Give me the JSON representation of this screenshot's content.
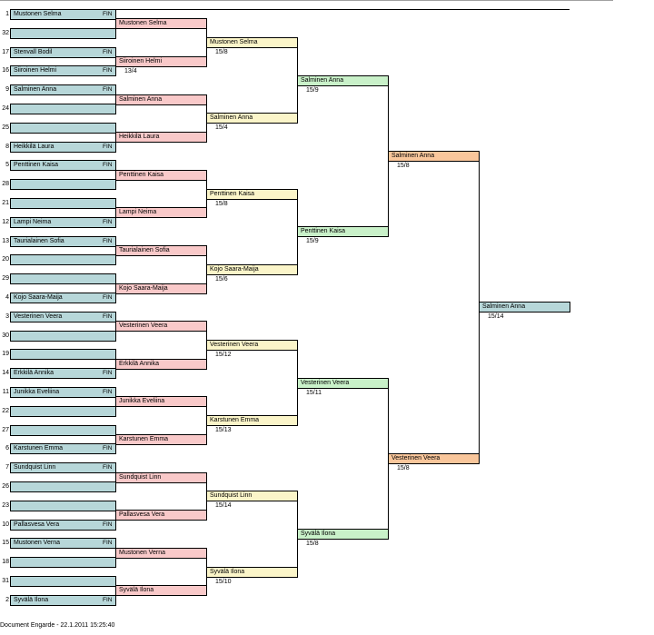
{
  "footer": "Document Engarde - 22.1.2011 15:25:40",
  "colors": {
    "round1": "#b7d7d9",
    "round2": "#f9c9c9",
    "round3": "#fbf5c9",
    "round4": "#c9f1c9",
    "round5": "#f9c69b",
    "final": "#b7d7d9"
  },
  "round1": [
    {
      "seed": "1",
      "name": "Mustonen Selma",
      "nation": "FIN"
    },
    {
      "seed": "32",
      "name": "",
      "nation": ""
    },
    {
      "seed": "17",
      "name": "Stenvall Bodil",
      "nation": "FIN"
    },
    {
      "seed": "16",
      "name": "Siiroinen Helmi",
      "nation": "FIN"
    },
    {
      "seed": "9",
      "name": "Salminen Anna",
      "nation": "FIN"
    },
    {
      "seed": "24",
      "name": "",
      "nation": ""
    },
    {
      "seed": "25",
      "name": "",
      "nation": ""
    },
    {
      "seed": "8",
      "name": "Heikkilä Laura",
      "nation": "FIN"
    },
    {
      "seed": "5",
      "name": "Penttinen Kaisa",
      "nation": "FIN"
    },
    {
      "seed": "28",
      "name": "",
      "nation": ""
    },
    {
      "seed": "21",
      "name": "",
      "nation": ""
    },
    {
      "seed": "12",
      "name": "Lampi Neima",
      "nation": "FIN"
    },
    {
      "seed": "13",
      "name": "Taurialainen Sofia",
      "nation": "FIN"
    },
    {
      "seed": "20",
      "name": "",
      "nation": ""
    },
    {
      "seed": "29",
      "name": "",
      "nation": ""
    },
    {
      "seed": "4",
      "name": "Kojo Saara-Maija",
      "nation": "FIN"
    },
    {
      "seed": "3",
      "name": "Vesterinen Veera",
      "nation": "FIN"
    },
    {
      "seed": "30",
      "name": "",
      "nation": ""
    },
    {
      "seed": "19",
      "name": "",
      "nation": ""
    },
    {
      "seed": "14",
      "name": "Erkkilä Annika",
      "nation": "FIN"
    },
    {
      "seed": "11",
      "name": "Junikka Eveliina",
      "nation": "FIN"
    },
    {
      "seed": "22",
      "name": "",
      "nation": ""
    },
    {
      "seed": "27",
      "name": "",
      "nation": ""
    },
    {
      "seed": "6",
      "name": "Karstunen Emma",
      "nation": "FIN"
    },
    {
      "seed": "7",
      "name": "Sundquist Linn",
      "nation": "FIN"
    },
    {
      "seed": "26",
      "name": "",
      "nation": ""
    },
    {
      "seed": "23",
      "name": "",
      "nation": ""
    },
    {
      "seed": "10",
      "name": "Pallasvesa Vera",
      "nation": "FIN"
    },
    {
      "seed": "15",
      "name": "Mustonen Verna",
      "nation": "FIN"
    },
    {
      "seed": "18",
      "name": "",
      "nation": ""
    },
    {
      "seed": "31",
      "name": "",
      "nation": ""
    },
    {
      "seed": "2",
      "name": "Syvälä Ilona",
      "nation": "FIN"
    }
  ],
  "round2": [
    {
      "name": "Mustonen Selma",
      "score": ""
    },
    {
      "name": "Siiroinen Helmi",
      "score": "13/4"
    },
    {
      "name": "Salminen Anna",
      "score": ""
    },
    {
      "name": "Heikkilä Laura",
      "score": ""
    },
    {
      "name": "Penttinen Kaisa",
      "score": ""
    },
    {
      "name": "Lampi Neima",
      "score": ""
    },
    {
      "name": "Taurialainen Sofia",
      "score": ""
    },
    {
      "name": "Kojo Saara-Maija",
      "score": ""
    },
    {
      "name": "Vesterinen Veera",
      "score": ""
    },
    {
      "name": "Erkkilä Annika",
      "score": ""
    },
    {
      "name": "Junikka Eveliina",
      "score": ""
    },
    {
      "name": "Karstunen Emma",
      "score": ""
    },
    {
      "name": "Sundquist Linn",
      "score": ""
    },
    {
      "name": "Pallasvesa Vera",
      "score": ""
    },
    {
      "name": "Mustonen Verna",
      "score": ""
    },
    {
      "name": "Syvälä Ilona",
      "score": ""
    }
  ],
  "round3": [
    {
      "name": "Mustonen Selma",
      "score": "15/8"
    },
    {
      "name": "Salminen Anna",
      "score": "15/4"
    },
    {
      "name": "Penttinen Kaisa",
      "score": "15/8"
    },
    {
      "name": "Kojo Saara-Maija",
      "score": "15/6"
    },
    {
      "name": "Vesterinen Veera",
      "score": "15/12"
    },
    {
      "name": "Karstunen Emma",
      "score": "15/13"
    },
    {
      "name": "Sundquist Linn",
      "score": "15/14"
    },
    {
      "name": "Syvälä Ilona",
      "score": "15/10"
    }
  ],
  "round4": [
    {
      "name": "Salminen Anna",
      "score": "15/9"
    },
    {
      "name": "Penttinen Kaisa",
      "score": "15/9"
    },
    {
      "name": "Vesterinen Veera",
      "score": "15/11"
    },
    {
      "name": "Syvälä Ilona",
      "score": "15/8"
    }
  ],
  "round5": [
    {
      "name": "Salminen Anna",
      "score": "15/8"
    },
    {
      "name": "Vesterinen Veera",
      "score": "15/8"
    }
  ],
  "final": {
    "name": "Salminen Anna",
    "score": "15/14"
  }
}
